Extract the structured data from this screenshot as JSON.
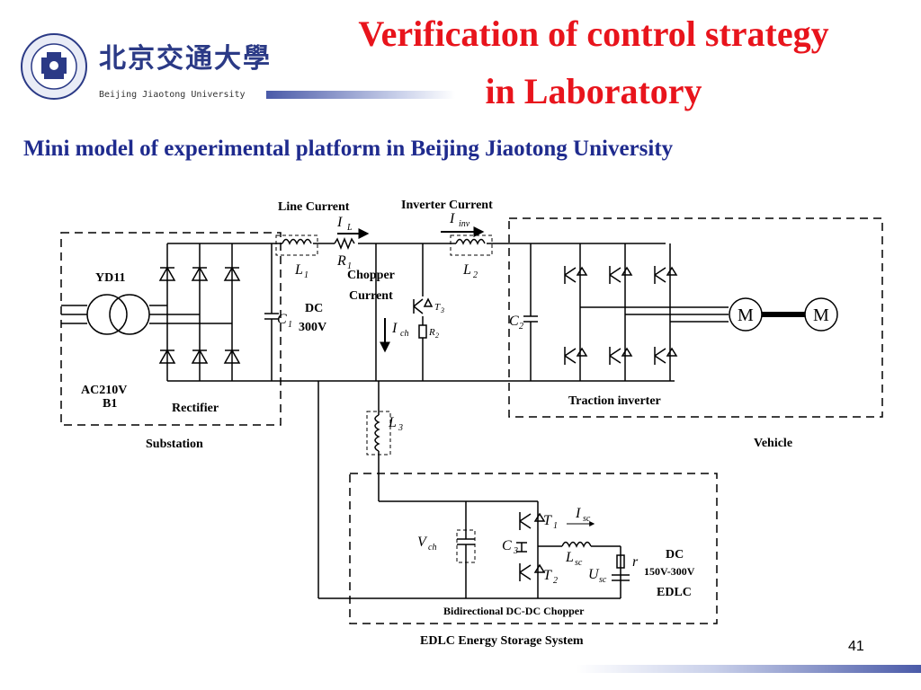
{
  "header": {
    "logo_cn": "北京交通大學",
    "logo_en": "Beijing Jiaotong University",
    "title_line1": "Verification of  control strategy",
    "title_line2": "in Laboratory",
    "subtitle": "Mini model of experimental platform in Beijing Jiaotong University"
  },
  "diagram": {
    "line_current": "Line Current",
    "inverter_current": "Inverter Current",
    "chopper_current_1": "Chopper",
    "chopper_current_2": "Current",
    "yd11": "YD11",
    "ac210v": "AC210V",
    "b1": "B1",
    "rectifier": "Rectifier",
    "substation": "Substation",
    "dc": "DC",
    "v300": "300V",
    "traction_inverter": "Traction inverter",
    "vehicle": "Vehicle",
    "motor_1": "M",
    "motor_2": "M",
    "dc_edlc": "DC",
    "edlc_range": "150V-300V",
    "edlc": "EDLC",
    "bidirectional": "Bidirectional DC-DC Chopper",
    "edlc_system": "EDLC Energy Storage System",
    "sym_IL": "I",
    "sub_IL": "L",
    "sym_Iinv": "I",
    "sub_Iinv": "inv",
    "sym_L1": "L",
    "sub_L1": "1",
    "sym_R1": "R",
    "sub_R1": "1",
    "sym_L2": "L",
    "sub_L2": "2",
    "sym_C1": "C",
    "sub_C1": "1",
    "sym_C2": "C",
    "sub_C2": "2",
    "sym_T3": "T",
    "sub_T3": "3",
    "sym_R2": "R",
    "sub_R2": "2",
    "sym_Ich": "I",
    "sub_Ich": "ch",
    "sym_L3": "L",
    "sub_L3": "3",
    "sym_Vch": "V",
    "sub_Vch": "ch",
    "sym_C3": "C",
    "sub_C3": "3",
    "sym_T1": "T",
    "sub_T1": "1",
    "sym_T2": "T",
    "sub_T2": "2",
    "sym_Isc": "I",
    "sub_Isc": "sc",
    "sym_Lsc": "L",
    "sub_Lsc": "sc",
    "sym_Usc": "U",
    "sub_Usc": "sc",
    "sym_r": "r"
  },
  "footer": {
    "page_number": "41"
  },
  "colors": {
    "title": "#e8141c",
    "subtitle": "#1f2b8e",
    "band": "#4a5aa8"
  }
}
